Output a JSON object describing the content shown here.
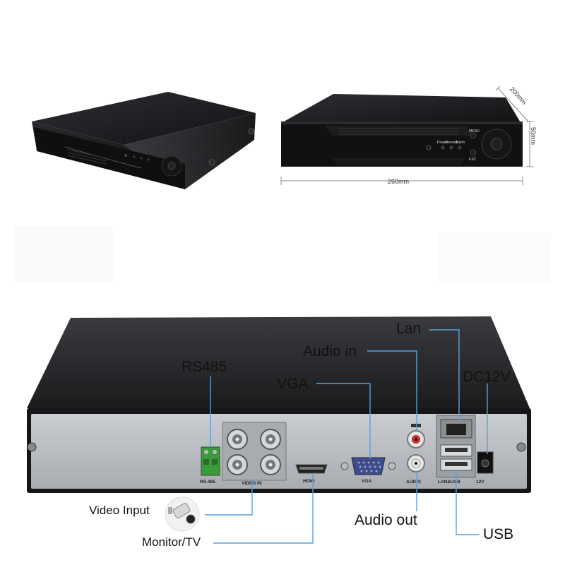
{
  "front_panel": {
    "led_labels": [
      "Power",
      "Record",
      "Alarm"
    ],
    "menu_label": "MENU",
    "esc_label": "ESC"
  },
  "dimensions": {
    "depth": "200mm",
    "height": "50mm",
    "width": "260mm"
  },
  "rear_panel": {
    "port_labels": {
      "rs485": "RS-485",
      "video_in": "VIDEO IN",
      "hdmi": "HDMI",
      "vga": "VGA",
      "audio": "AUDIO",
      "lan_usb": "LAN&USB",
      "power": "12V"
    }
  },
  "callouts": {
    "lan": "Lan",
    "audio_in": "Audio in",
    "rs485": "RS485",
    "vga": "VGA",
    "dc12v": "DC12V",
    "video_input": "Video Input",
    "audio_out": "Audio out",
    "monitor_tv": "Monitor/TV",
    "usb": "USB"
  },
  "colors": {
    "callout_line": "#5aa0d8",
    "chassis": "#1c1c1e",
    "rear_plate": "#b8bcc0",
    "terminal_green": "#3c9a3c"
  }
}
